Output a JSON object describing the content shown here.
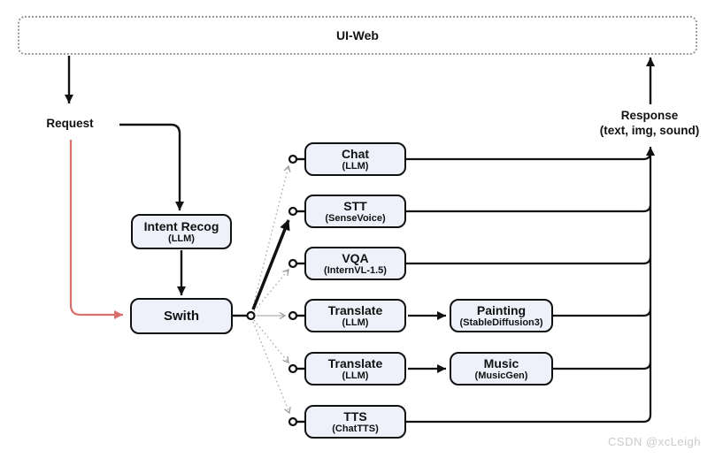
{
  "diagram": {
    "title_bar": {
      "uiweb_label": "UI-Web"
    },
    "labels": {
      "request": "Request",
      "response_line1": "Response",
      "response_line2": "(text, img, sound)"
    },
    "nodes": {
      "intent": {
        "title": "Intent Recog",
        "subtitle": "(LLM)"
      },
      "swith": {
        "title": "Swith"
      },
      "chat": {
        "title": "Chat",
        "subtitle": "(LLM)"
      },
      "stt": {
        "title": "STT",
        "subtitle": "(SenseVoice)"
      },
      "vqa": {
        "title": "VQA",
        "subtitle": "(InternVL-1.5)"
      },
      "translate1": {
        "title": "Translate",
        "subtitle": "(LLM)"
      },
      "translate2": {
        "title": "Translate",
        "subtitle": "(LLM)"
      },
      "tts": {
        "title": "TTS",
        "subtitle": "(ChatTTS)"
      },
      "painting": {
        "title": "Painting",
        "subtitle": "(StableDiffusion3)"
      },
      "music": {
        "title": "Music",
        "subtitle": "(MusicGen)"
      }
    },
    "colors": {
      "node_fill": "#eef1fa",
      "node_border": "#111111",
      "highlight_arrow_red": "#d9706c",
      "fanout_dotted_gray": "#a8a8a8",
      "uiweb_dotted_border": "#9b9b9b",
      "watermark_gray": "#cbcbcb"
    },
    "watermark": "CSDN @xcLeigh"
  }
}
